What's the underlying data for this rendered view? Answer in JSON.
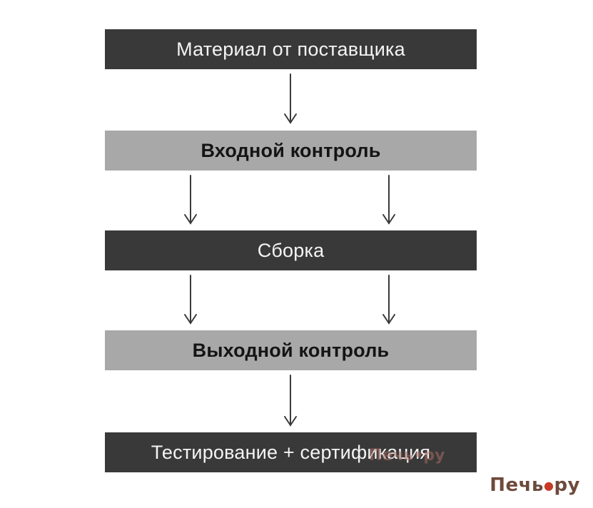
{
  "steps": [
    {
      "label": "Материал от поставщика",
      "style": "dark"
    },
    {
      "label": "Входной контроль",
      "style": "light"
    },
    {
      "label": "Сборка",
      "style": "dark"
    },
    {
      "label": "Выходной контроль",
      "style": "light"
    },
    {
      "label": "Тестирование + сертификация",
      "style": "dark"
    }
  ],
  "watermark": {
    "brand": "Печь",
    "suffix": "ру"
  },
  "colors": {
    "dark_box": "#393939",
    "light_box": "#a8a8a8",
    "arrow": "#3a3a3a",
    "watermark_text": "#6e4a3c",
    "watermark_flame": "#c63a23"
  }
}
